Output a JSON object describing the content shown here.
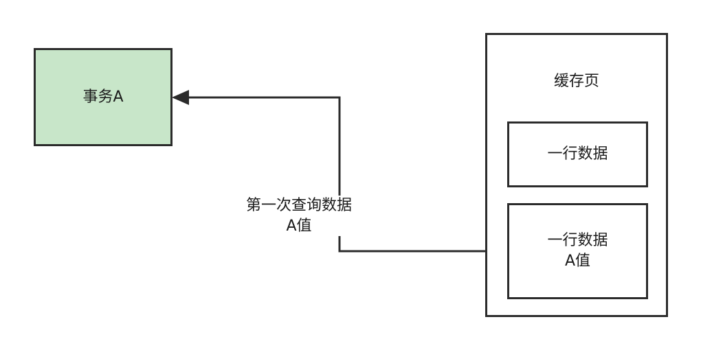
{
  "transaction": {
    "label": "事务A"
  },
  "cache_page": {
    "title": "缓存页",
    "rows": [
      {
        "line1": "一行数据",
        "line2": ""
      },
      {
        "line1": "一行数据",
        "line2": "A值"
      }
    ]
  },
  "edge": {
    "label_line1": "第一次查询数据",
    "label_line2": "A值"
  }
}
